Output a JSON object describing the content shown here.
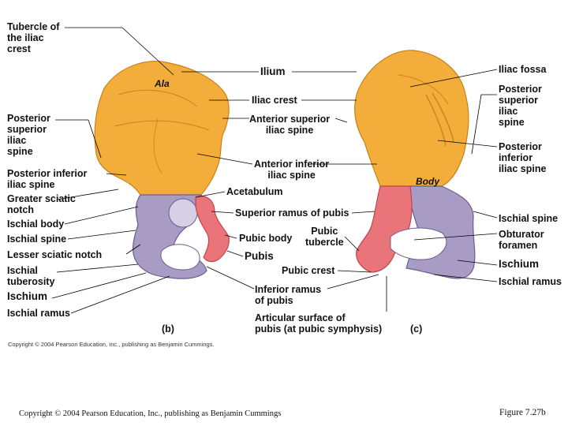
{
  "colors": {
    "ilium": "#f2ad3a",
    "ilium_dark": "#c98218",
    "ischium": "#a89bc4",
    "ischium_dark": "#6c5f8f",
    "pubis": "#e9757a",
    "pubis_dark": "#c0464c",
    "leader": "#000000"
  },
  "panel_b": {
    "labels": {
      "tubercle": "Tubercle of\nthe iliac\ncrest",
      "ala": "Ala",
      "posterior_superior": "Posterior\nsuperior\niliac\nspine",
      "posterior_inferior": "Posterior inferior\niliac spine",
      "greater_sciatic": "Greater sciatic\nnotch",
      "ischial_body": "Ischial body",
      "ischial_spine": "Ischial spine",
      "lesser_sciatic": "Lesser sciatic notch",
      "ischial_tuberosity": "Ischial\ntuberosity",
      "ischium": "Ischium",
      "ischial_ramus": "Ischial ramus",
      "panel_letter": "(b)"
    }
  },
  "center": {
    "labels": {
      "ilium": "Ilium",
      "iliac_crest": "Iliac crest",
      "anterior_superior": "Anterior superior\niliac spine",
      "anterior_inferior": "Anterior inferior\niliac spine",
      "acetabulum": "Acetabulum",
      "superior_ramus": "Superior ramus of pubis",
      "pubic_body": "Pubic body",
      "pubis": "Pubis",
      "pubic_tubercle": "Pubic\ntubercle",
      "pubic_crest": "Pubic crest",
      "inferior_ramus": "Inferior ramus\nof pubis",
      "articular_surface": "Articular surface of\npubis (at pubic symphysis)"
    }
  },
  "panel_c": {
    "labels": {
      "iliac_fossa": "Iliac fossa",
      "posterior_superior": "Posterior\nsuperior\niliac\nspine",
      "posterior_inferior": "Posterior\ninferior\niliac spine",
      "body": "Body",
      "ischial_spine": "Ischial spine",
      "obturator_foramen": "Obturator\nforamen",
      "ischium": "Ischium",
      "ischial_ramus": "Ischial ramus",
      "panel_letter": "(c)"
    }
  },
  "copyright_small": "Copyright © 2004 Pearson Education, Inc., publishing as Benjamin Cummings.",
  "footer": {
    "copyright": "Copyright © 2004 Pearson Education, Inc., publishing as Benjamin Cummings",
    "figure": "Figure 7.27b"
  }
}
